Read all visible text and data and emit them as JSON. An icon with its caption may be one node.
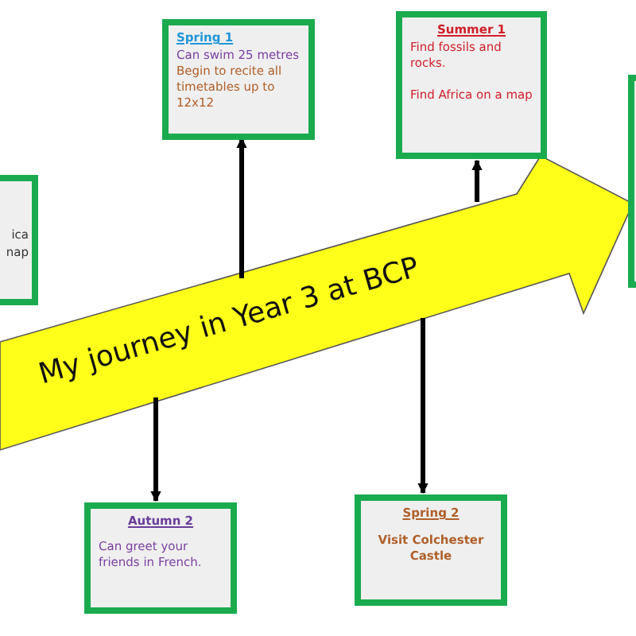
{
  "diagram": {
    "nodes": [
      {
        "text": [
          "ica nap"
        ]
      },
      {
        "text": [
          "Spring 1",
          "Can swim 25 metres",
          "Begin to recite all timetables up to 12x12"
        ]
      },
      {
        "text": [
          "Summer 1",
          "Find fossils and rocks.",
          "Find Africa on a map"
        ]
      },
      {
        "text": [],
        "shape": "box"
      },
      {
        "text": [
          "My journey in Year 3 at BCP"
        ]
      },
      {
        "text": [
          "Autumn 2",
          "Can greet your friends in French."
        ]
      },
      {
        "text": [
          "Spring 2",
          "Visit Colchester Castle"
        ]
      }
    ],
    "edges": [
      {
        "from": 4,
        "to": 1,
        "arrow": "to"
      },
      {
        "from": 4,
        "to": 2,
        "arrow": "to"
      },
      {
        "from": 4,
        "to": 5,
        "arrow": "to"
      },
      {
        "from": 4,
        "to": 6,
        "arrow": "to"
      }
    ]
  }
}
